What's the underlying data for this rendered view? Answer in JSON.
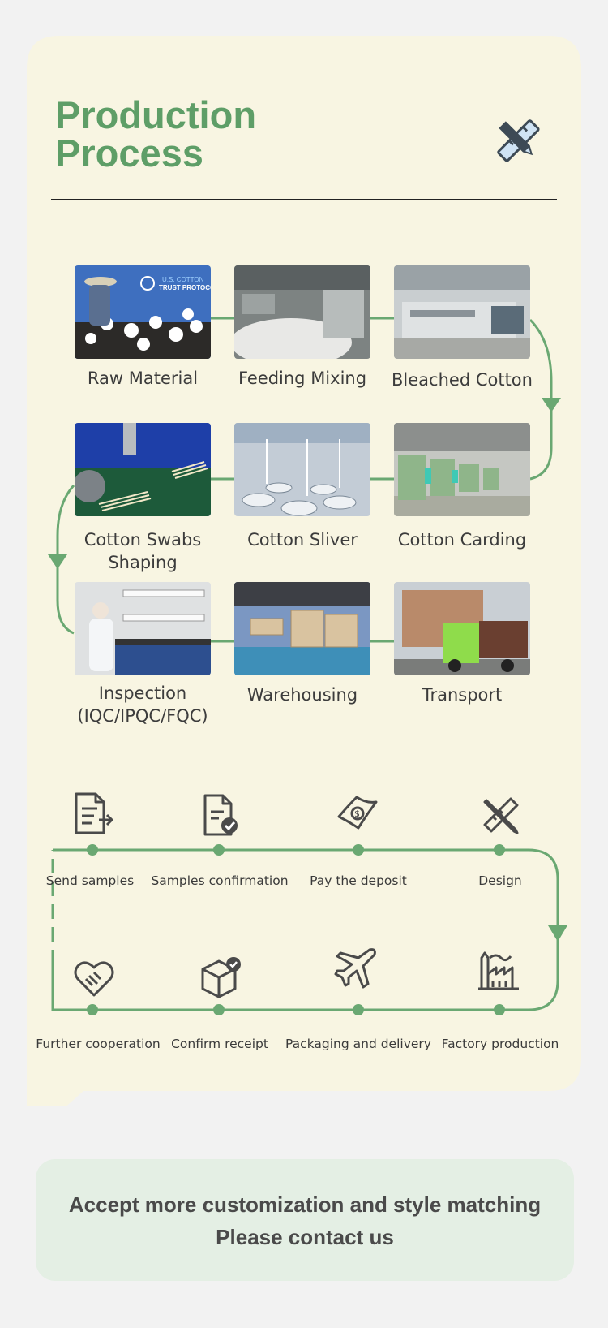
{
  "title": {
    "line1": "Production",
    "line2": "Process"
  },
  "process_steps": [
    {
      "label": "Raw Material",
      "image": "cotton-field-photo",
      "badge1": "U.S. COTTON",
      "badge2": "TRUST PROTOCOL"
    },
    {
      "label": "Feeding Mixing",
      "image": "feeding-machine-photo"
    },
    {
      "label": "Bleached Cotton",
      "image": "bleaching-line-photo"
    },
    {
      "label": "Cotton Swabs\nShaping",
      "image": "swab-machine-photo"
    },
    {
      "label": "Cotton Sliver",
      "image": "sliver-machines-photo"
    },
    {
      "label": "Cotton Carding",
      "image": "carding-machines-photo"
    },
    {
      "label": "Inspection\n(IQC/IPQC/FQC)",
      "image": "lab-inspection-photo"
    },
    {
      "label": "Warehousing",
      "image": "warehouse-photo"
    },
    {
      "label": "Transport",
      "image": "truck-photo"
    }
  ],
  "order_flow": {
    "top": [
      {
        "label": "Send samples",
        "icon": "document-send-icon"
      },
      {
        "label": "Samples confirmation",
        "icon": "document-check-icon"
      },
      {
        "label": "Pay the deposit",
        "icon": "money-bill-icon"
      },
      {
        "label": "Design",
        "icon": "ruler-pencil-icon"
      }
    ],
    "bottom": [
      {
        "label": "Further cooperation",
        "icon": "handshake-icon"
      },
      {
        "label": "Confirm receipt",
        "icon": "box-check-icon"
      },
      {
        "label": "Packaging and delivery",
        "icon": "airplane-icon"
      },
      {
        "label": "Factory production",
        "icon": "factory-icon"
      }
    ]
  },
  "banner": {
    "line1": "Accept more customization and style matching",
    "line2": "Please contact us"
  },
  "colors": {
    "accent": "#5e9e67",
    "card": "#f8f5e2",
    "banner": "#e4efe4",
    "page": "#f2f2f2"
  }
}
